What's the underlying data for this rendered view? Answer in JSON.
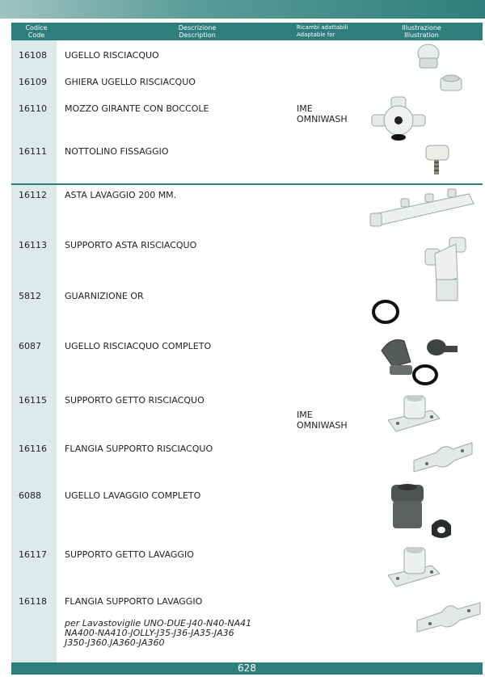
{
  "header": {
    "code_it": "Codice",
    "code_en": "Code",
    "desc_it": "Descrizione",
    "desc_en": "Description",
    "adapt_it": "Ricambi adattabili",
    "adapt_en": "Adaptable for",
    "illus_it": "Illustrazione",
    "illus_en": "Illustration"
  },
  "rows": [
    {
      "code": "16108",
      "description": "UGELLO RISCIACQUO"
    },
    {
      "code": "16109",
      "description": "GHIERA UGELLO RISCIACQUO"
    },
    {
      "code": "16110",
      "description": "MOZZO GIRANTE CON BOCCOLE"
    },
    {
      "code": "16111",
      "description": "NOTTOLINO FISSAGGIO"
    },
    {
      "code": "16112",
      "description": "ASTA LAVAGGIO 200 MM."
    },
    {
      "code": "16113",
      "description": "SUPPORTO ASTA RISCIACQUO"
    },
    {
      "code": "5812",
      "description": "GUARNIZIONE OR"
    },
    {
      "code": "6087",
      "description": "UGELLO RISCIACQUO COMPLETO"
    },
    {
      "code": "16115",
      "description": "SUPPORTO GETTO RISCIACQUO"
    },
    {
      "code": "16116",
      "description": "FLANGIA SUPPORTO RISCIACQUO"
    },
    {
      "code": "6088",
      "description": "UGELLO LAVAGGIO COMPLETO"
    },
    {
      "code": "16117",
      "description": "SUPPORTO GETTO LAVAGGIO"
    },
    {
      "code": "16118",
      "description": "FLANGIA SUPPORTO LAVAGGIO"
    }
  ],
  "adaptable_groups": [
    {
      "line1": "IME",
      "line2": "OMNIWASH"
    },
    {
      "line1": "IME",
      "line2": "OMNIWASH"
    }
  ],
  "note": {
    "line1": "per Lavastoviglie UNO-DUE-J40-N40-NA41",
    "line2": "NA400-NA410-JOLLY-J35-J36-JA35-JA36",
    "line3": "J350-J360.JA360-JA360"
  },
  "page_number": "628",
  "colors": {
    "accent": "#2e7f7b",
    "left_column": "#dcebea"
  }
}
